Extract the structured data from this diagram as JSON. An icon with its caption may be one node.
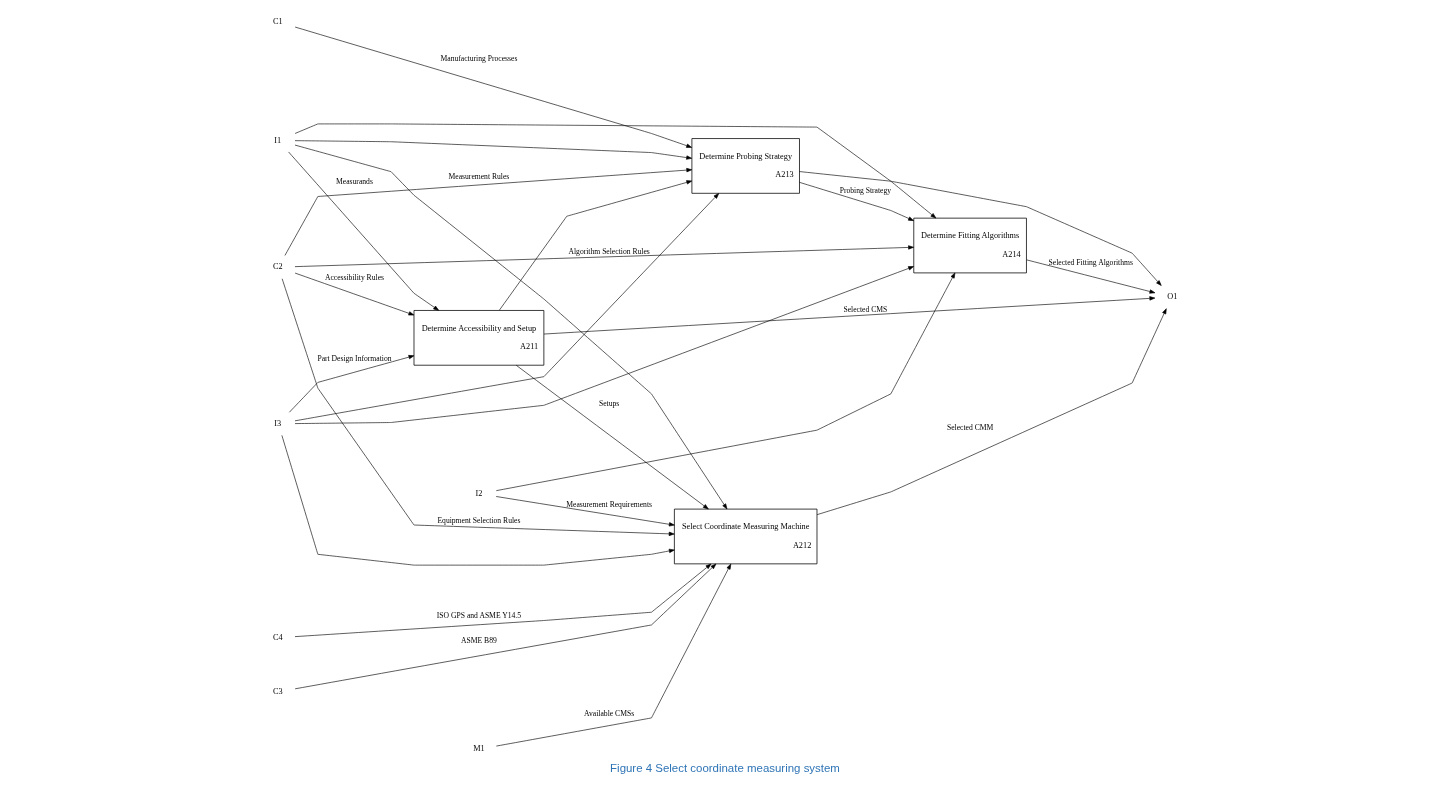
{
  "diagram": {
    "caption": "Figure 4 Select coordinate measuring system",
    "nodes": [
      {
        "text": [
          "C2"
        ]
      },
      {
        "text": [
          "C3"
        ]
      },
      {
        "text": [
          "C4"
        ]
      },
      {
        "text": [
          "C1"
        ]
      },
      {
        "text": [
          "I1"
        ]
      },
      {
        "text": [
          "I3"
        ]
      },
      {
        "text": [
          "Determine Accessibility and Setup",
          "A211"
        ]
      },
      {
        "text": [
          "O1"
        ]
      },
      {
        "text": [
          "Select Coordinate Measuring Machine",
          "A212"
        ]
      },
      {
        "text": [
          "I2"
        ]
      },
      {
        "text": [
          "Determine Probing Strategy",
          "A213"
        ]
      },
      {
        "text": [
          "Determine Fitting Algorithms",
          "A214"
        ]
      },
      {
        "text": [
          "M1"
        ]
      }
    ],
    "edges": [
      {
        "from": 4,
        "to": 6,
        "arrow": "to",
        "label": "Measurands"
      },
      {
        "from": 5,
        "to": 6,
        "arrow": "to",
        "label": "Part Design Information"
      },
      {
        "from": 0,
        "to": 6,
        "arrow": "to",
        "label": "Accessibility Rules"
      },
      {
        "from": 0,
        "to": 10,
        "arrow": "to",
        "label": "Measurement Rules"
      },
      {
        "from": 0,
        "to": 8,
        "arrow": "to",
        "label": "Equipment Selection Rules"
      },
      {
        "from": 0,
        "to": 11,
        "arrow": "to",
        "label": "Algorithm Selection Rules"
      },
      {
        "from": 1,
        "to": 8,
        "arrow": "to",
        "label": "ASME B89"
      },
      {
        "from": 2,
        "to": 8,
        "arrow": "to",
        "label": "ISO GPS and ASME Y14.5"
      },
      {
        "from": 3,
        "to": 10,
        "arrow": "to",
        "label": "Manufacturing Processes"
      },
      {
        "from": 6,
        "to": 8,
        "arrow": "to",
        "label": "Setups"
      },
      {
        "from": 6,
        "to": 10,
        "arrow": "to"
      },
      {
        "from": 6,
        "to": 7,
        "arrow": "to",
        "label": "Selected CMS"
      },
      {
        "from": 4,
        "to": 8,
        "arrow": "to"
      },
      {
        "from": 5,
        "to": 8,
        "arrow": "to"
      },
      {
        "from": 9,
        "to": 8,
        "arrow": "to",
        "label": "Measurement Requirements"
      },
      {
        "from": 12,
        "to": 8,
        "arrow": "to",
        "label": "Available CMSs"
      },
      {
        "from": 8,
        "to": 7,
        "arrow": "to",
        "label": "Selected CMM"
      },
      {
        "from": 4,
        "to": 10,
        "arrow": "to"
      },
      {
        "from": 5,
        "to": 10,
        "arrow": "to"
      },
      {
        "from": 10,
        "to": 7,
        "arrow": "to"
      },
      {
        "from": 10,
        "to": 11,
        "arrow": "to",
        "label": "Probing Strategy"
      },
      {
        "from": 5,
        "to": 11,
        "arrow": "to"
      },
      {
        "from": 4,
        "to": 11,
        "arrow": "to"
      },
      {
        "from": 9,
        "to": 11,
        "arrow": "to"
      },
      {
        "from": 11,
        "to": 7,
        "arrow": "to",
        "label": "Selected Fitting Algorithms"
      }
    ]
  }
}
